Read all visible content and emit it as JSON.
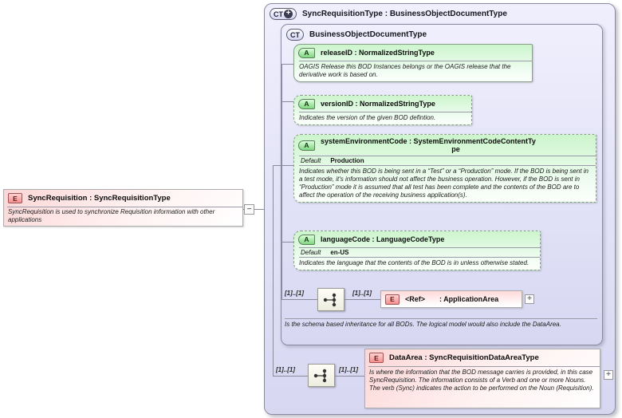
{
  "diagram": {
    "element": {
      "badge": "E",
      "title": "SyncRequisition : SyncRequisitionType",
      "description": "SyncRequisition is used to synchronize Requisition information with other applications"
    },
    "collapse_handle": "−",
    "outer_type": {
      "badge": "CT",
      "plus": "+",
      "title": "SyncRequisitionType : BusinessObjectDocumentType"
    },
    "base_type": {
      "badge": "CT",
      "title": "BusinessObjectDocumentType",
      "footer_note": "Is the schema based inheritance for all BODs. The logical model would also include the DataArea."
    },
    "attributes": [
      {
        "badge": "A",
        "title": "releaseID : NormalizedStringType",
        "description": "OAGIS Release this BOD Instances belongs or the OAGIS release that the derivative work is based on."
      },
      {
        "badge": "A",
        "title": "versionID : NormalizedStringType",
        "description": "Indicates the version of the given BOD defintion."
      },
      {
        "badge": "A",
        "title_line1": "systemEnvironmentCode : SystemEnvironmentCodeContentTy",
        "title_line2": "pe",
        "default_label": "Default",
        "default_value": "Production",
        "description": "Indicates whether this BOD is being sent in a “Test” or a “Production” mode. If the BOD is being sent in a test mode, it's information should not affect the business operation. However, if the BOD is sent in “Production” mode it is assumed that all test has been complete and the contents of the BOD are to affect the operation of the receiving business application(s)."
      },
      {
        "badge": "A",
        "title": "languageCode : LanguageCodeType",
        "default_label": "Default",
        "default_value": "en-US",
        "description": "Indicates the language that the contents of the BOD is in unless otherwise stated."
      }
    ],
    "application_area_row": {
      "cardinality_left": "[1]..[1]",
      "cardinality_right": "[1]..[1]",
      "badge": "E",
      "name": "<Ref>",
      "type": ": ApplicationArea",
      "expand_handle": "+"
    },
    "data_area_row": {
      "cardinality_left": "[1]..[1]",
      "cardinality_right": "[1]..[1]",
      "badge": "E",
      "title": "DataArea : SyncRequisitionDataAreaType",
      "description": "Is where the information that the BOD message carries is provided, in this case SyncRequisition. The information consists of a Verb and one or more Nouns. The verb (Sync) indicates the action to be performed on the Noun (Requisition).",
      "expand_handle": "+"
    }
  }
}
